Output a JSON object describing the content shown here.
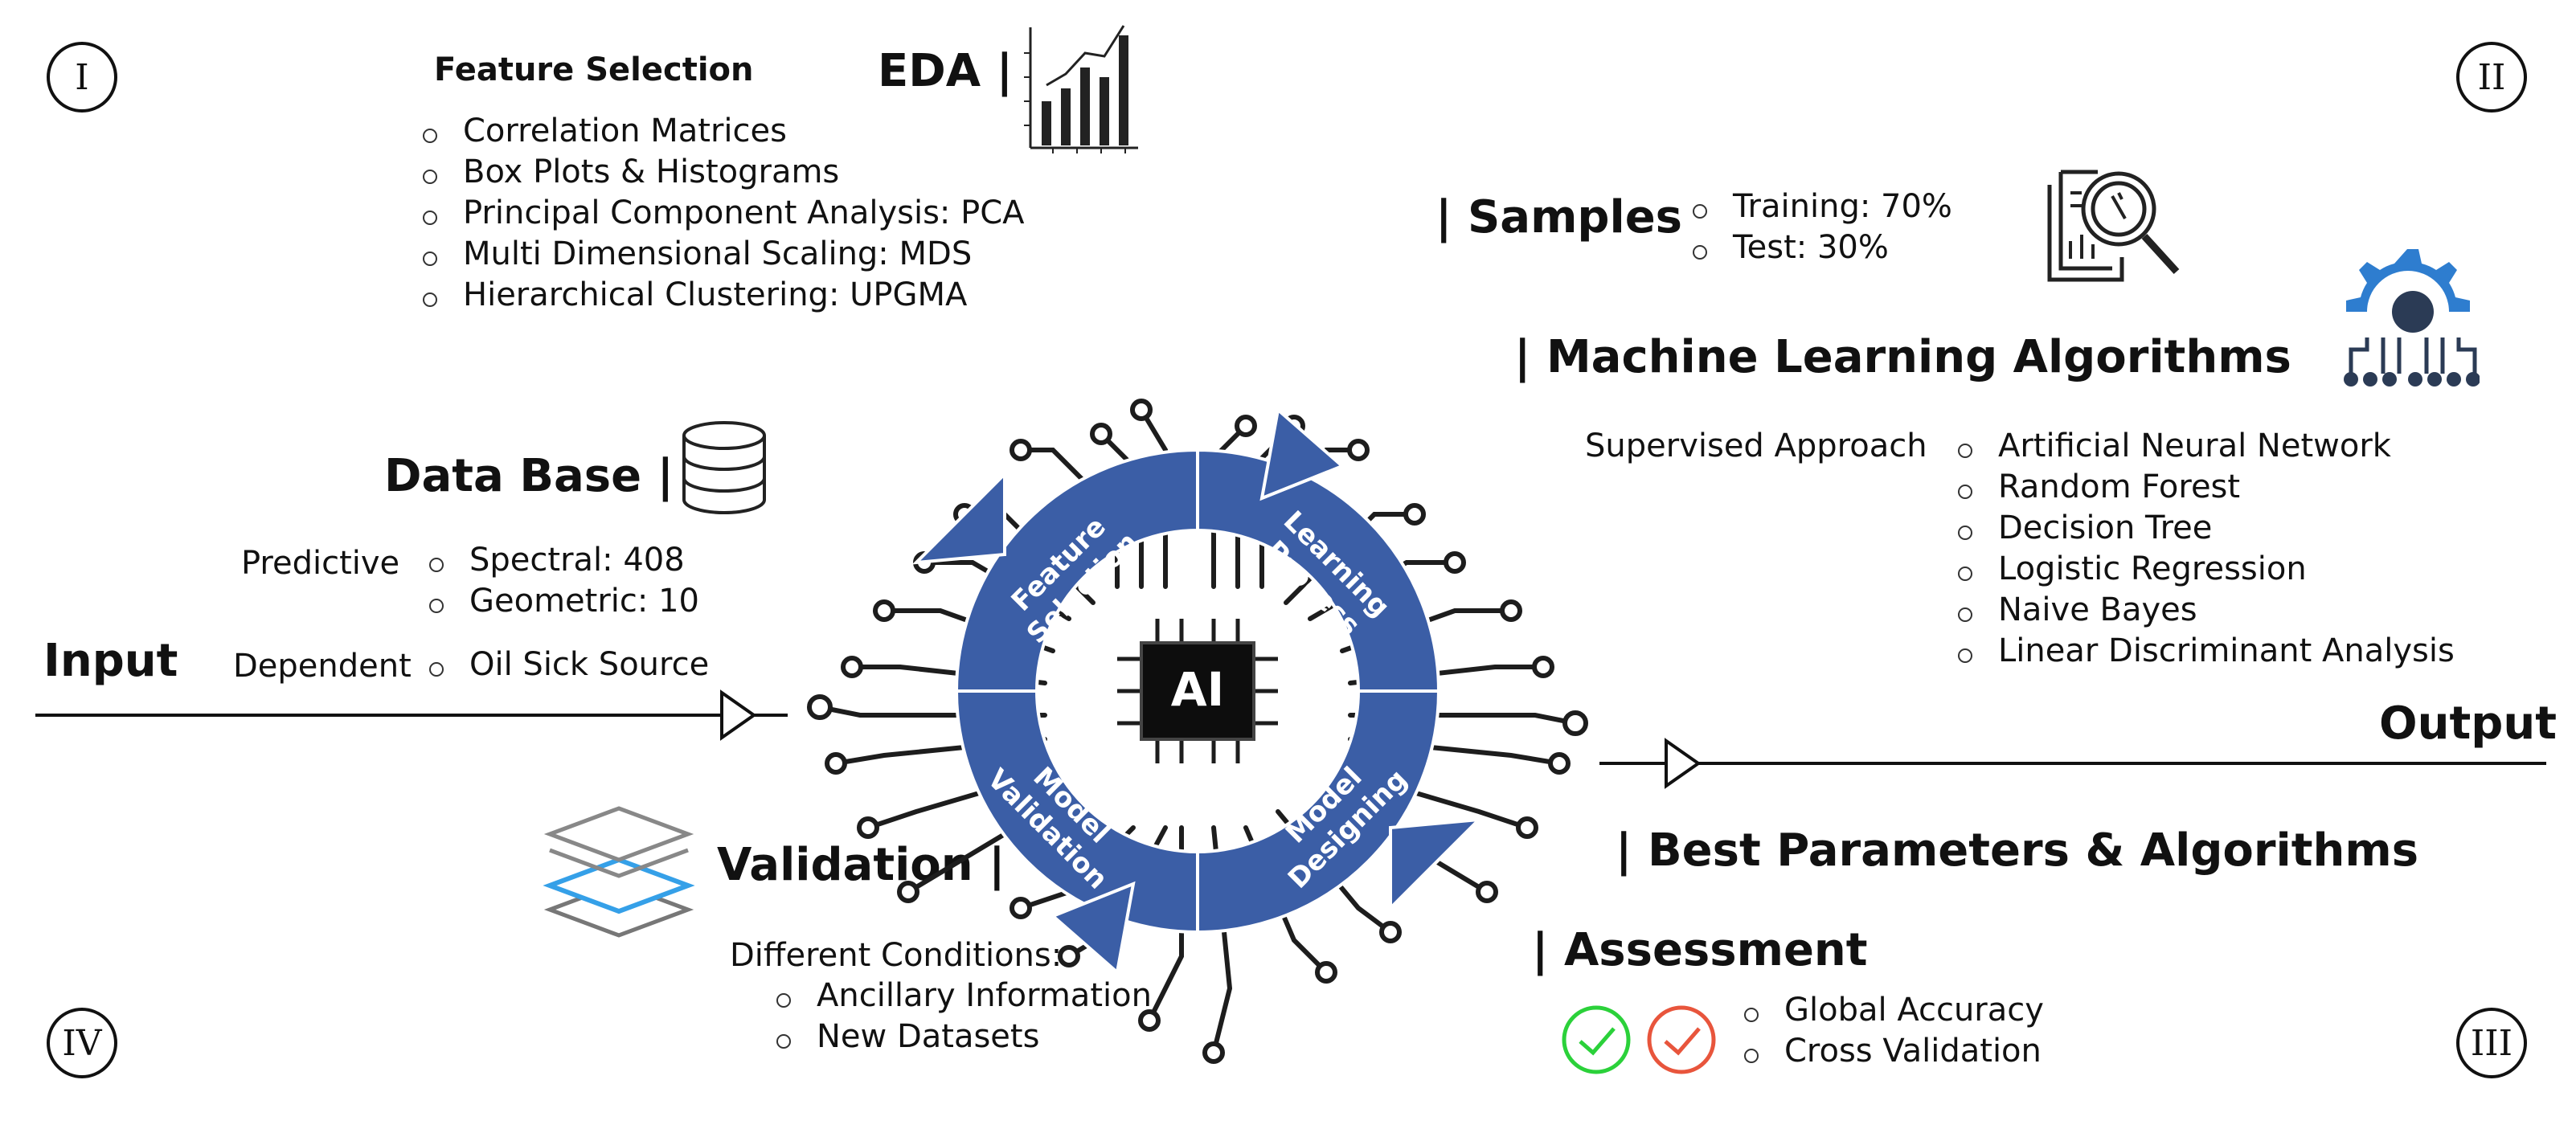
{
  "quadrants": {
    "q1": "I",
    "q2": "II",
    "q3": "III",
    "q4": "IV"
  },
  "input_label": "Input",
  "output_label": "Output",
  "eda": {
    "title": "EDA |",
    "subtitle": "Feature Selection",
    "items": [
      "Correlation Matrices",
      "Box Plots & Histograms",
      "Principal Component Analysis: PCA",
      "Multi Dimensional Scaling: MDS",
      "Hierarchical Clustering: UPGMA"
    ]
  },
  "database": {
    "title": "Data Base |",
    "predictive_label": "Predictive",
    "predictive_items": [
      "Spectral: 408",
      "Geometric: 10"
    ],
    "dependent_label": "Dependent",
    "dependent_items": [
      "Oil Sick Source"
    ]
  },
  "samples": {
    "title": "| Samples",
    "items": [
      "Training: 70%",
      "Test: 30%"
    ]
  },
  "ml": {
    "title": "| Machine Learning Algorithms",
    "approach_label": "Supervised Approach",
    "items": [
      "Artificial Neural Network",
      "Random Forest",
      "Decision Tree",
      "Logistic Regression",
      "Naive Bayes",
      "Linear Discriminant Analysis"
    ]
  },
  "best": {
    "title": "| Best Parameters & Algorithms"
  },
  "assessment": {
    "title": "| Assessment",
    "items": [
      "Global Accuracy",
      "Cross Validation"
    ]
  },
  "validation": {
    "title": "Validation |",
    "conditions_label": "Different Conditions:",
    "items": [
      "Ancillary Information",
      "New Datasets"
    ]
  },
  "cycle": {
    "center": "AI",
    "segments": [
      {
        "line1": "Feature",
        "line2": "Selection"
      },
      {
        "line1": "Learning",
        "line2": "Process"
      },
      {
        "line1": "Model",
        "line2": "Designing"
      },
      {
        "line1": "Model",
        "line2": "Validation"
      }
    ]
  },
  "colors": {
    "cycle_blue": "#3b5ea6",
    "gear_blue": "#2e7dcf",
    "check_green": "#2bd13a",
    "check_red": "#e8553c",
    "layers_blue": "#35a0e8"
  }
}
